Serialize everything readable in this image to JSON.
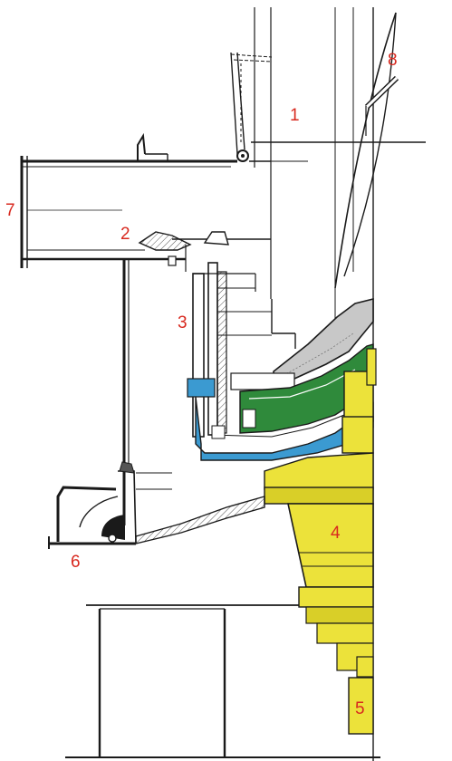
{
  "labels": [
    {
      "id": "1",
      "text": "1"
    },
    {
      "id": "2",
      "text": "2"
    },
    {
      "id": "3",
      "text": "3"
    },
    {
      "id": "4",
      "text": "4"
    },
    {
      "id": "5",
      "text": "5"
    },
    {
      "id": "6",
      "text": "6"
    },
    {
      "id": "7",
      "text": "7"
    },
    {
      "id": "8",
      "text": "8"
    }
  ],
  "colors": {
    "label": "#d8291f",
    "line": "#1a1a1a",
    "yellow": "#ece23a",
    "yellow_shade": "#d9cf28",
    "green": "#2f8a3b",
    "blue": "#3b9ad1",
    "grey": "#c8c8c8"
  }
}
